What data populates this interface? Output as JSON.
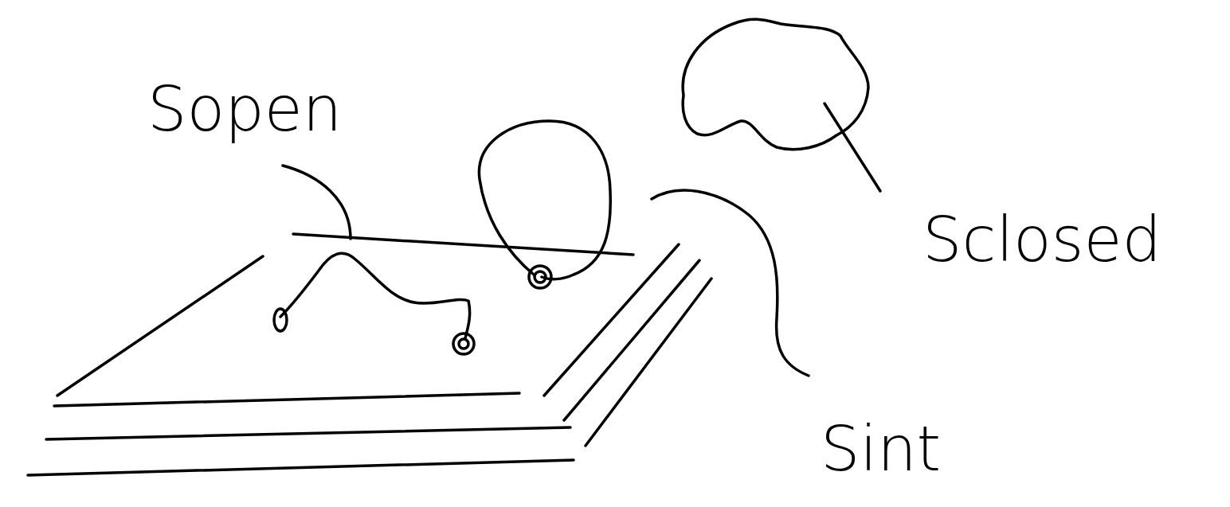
{
  "diagram": {
    "labels": [
      "Sopen",
      "Sclosed",
      "Sint"
    ]
  }
}
